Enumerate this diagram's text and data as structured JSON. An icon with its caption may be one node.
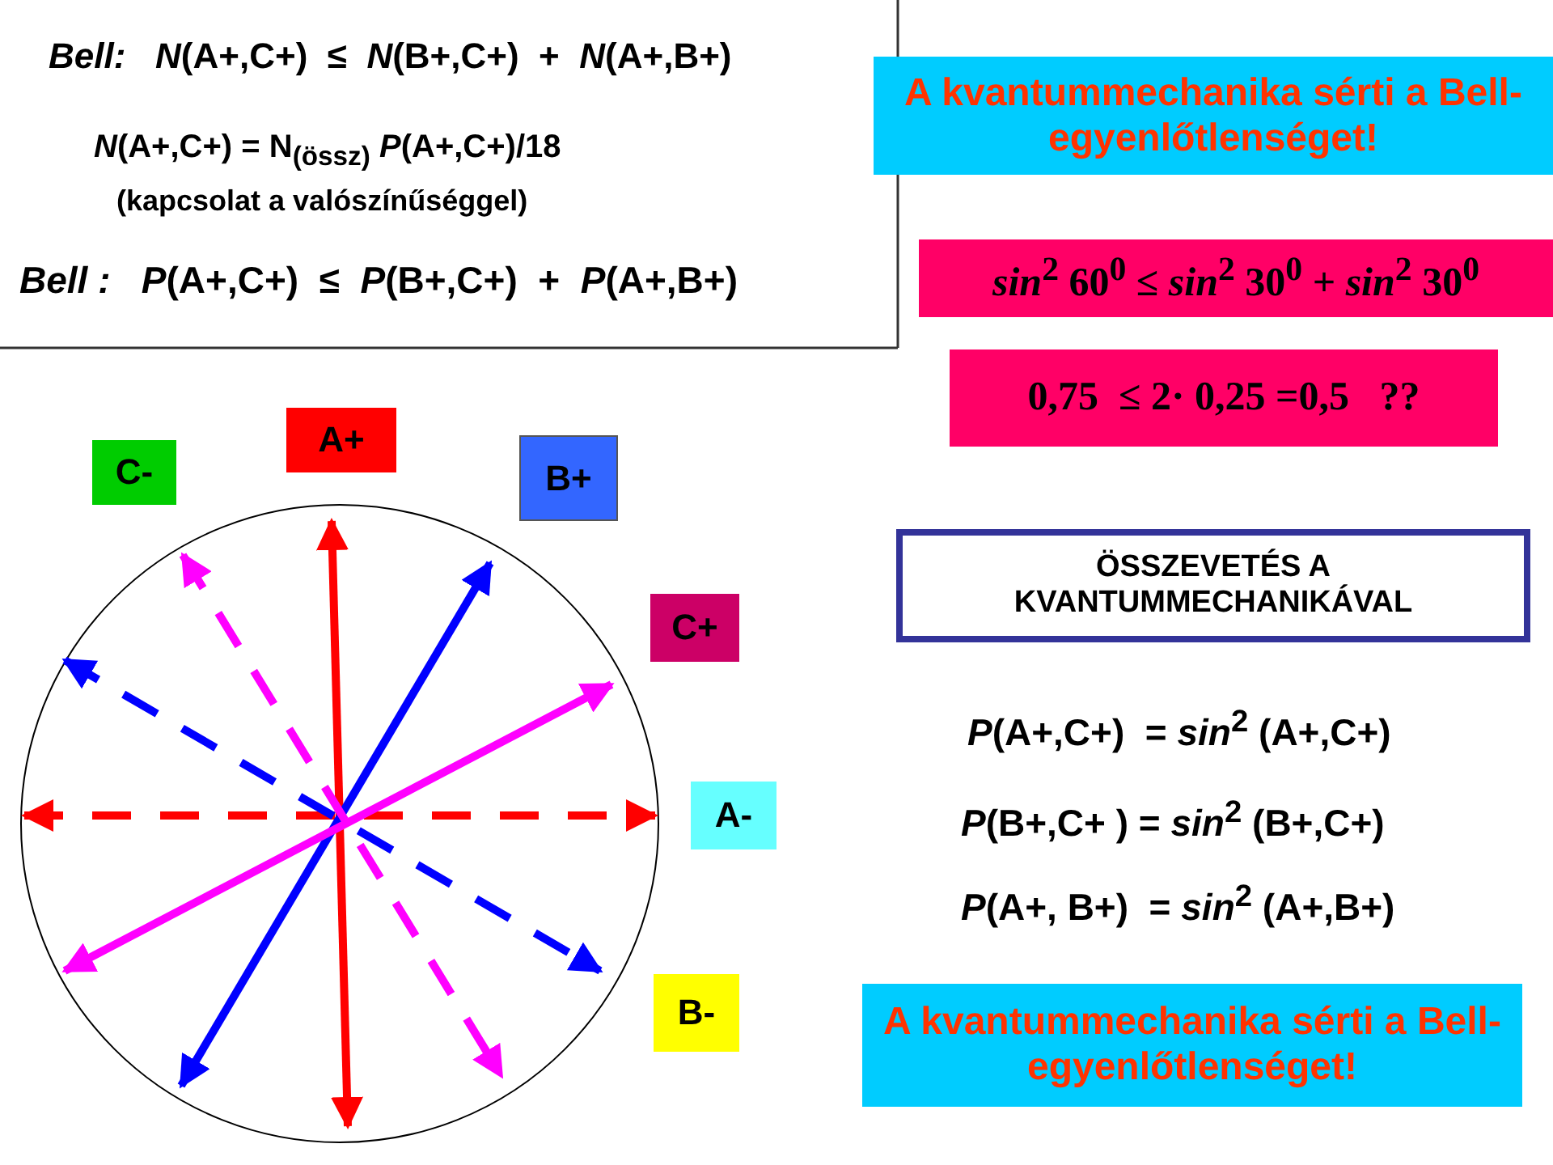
{
  "diagram": {
    "nodes": [
      {
        "text": [
          "A kvantummechanika sérti a Bell-egyenlőtlenséget!"
        ]
      },
      {
        "text": [
          "*sin*$^{2}$ 60$^{0}$ ≤ *sin*$^{2}$ 30$^{0}$ + *sin*$^{2}$ 30$^{0}$"
        ]
      },
      {
        "text": [
          "0,75  ≤ 2· 0,25 =0,5   ??"
        ]
      },
      {
        "text": [
          "ÖSSZEVETÉS A KVANTUMMECHANIKÁVAL"
        ]
      },
      {
        "text": [
          "A kvantummechanika sérti a Bell-egyenlőtlenséget!"
        ]
      },
      {
        "text": [
          "C-"
        ]
      },
      {
        "text": [
          "A+"
        ]
      },
      {
        "text": [
          "B+"
        ]
      },
      {
        "text": [
          "C+"
        ]
      },
      {
        "text": [
          "A-"
        ]
      },
      {
        "text": [
          "B-"
        ]
      }
    ],
    "labels": [
      "*Bell:*   *N*(A+,C+)  ≤  *N*(B+,C+)  +  *N*(A+,B+)",
      "*N*(A+,C+) = N$_{(össz)}$ *P*(A+,C+)/18",
      "(kapcsolat a valószínűséggel)",
      "*Bell :*   *P*(A+,C+)  ≤  *P*(B+,C+)  +  *P*(A+,B+)",
      "*P*(A+,C+)  = *sin*$^{2}$ (A+,C+)",
      "*P*(B+,C+ ) = *sin*$^{2}$ (B+,C+)",
      "*P*(A+, B+)  = *sin*$^{2}$ (A+,B+)"
    ]
  }
}
